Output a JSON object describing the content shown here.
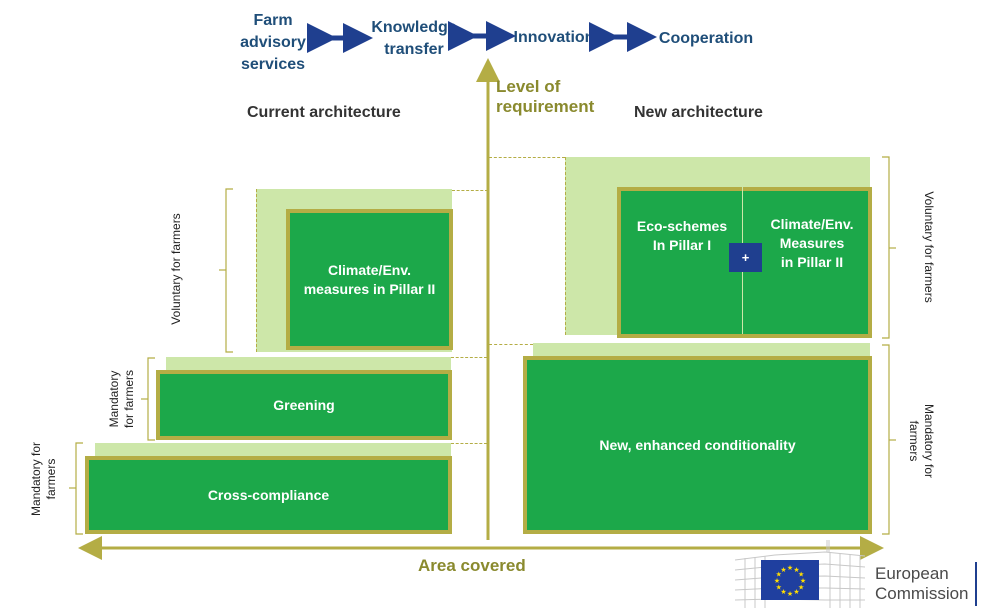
{
  "top_flow": {
    "items": [
      "Farm advisory services",
      "Knowledge transfer",
      "Innovation",
      "Cooperation"
    ],
    "line1": [
      "Farm",
      "Knowledge",
      "Innovation",
      "Cooperation"
    ],
    "line2": [
      "advisory",
      "transfer"
    ],
    "line3": [
      "services"
    ]
  },
  "axis": {
    "vertical_line1": "Level of",
    "vertical_line2": "requirement",
    "horizontal": "Area covered"
  },
  "current": {
    "title": "Current architecture",
    "climate_line1": "Climate/Env.",
    "climate_line2": "measures in Pillar II",
    "greening": "Greening",
    "cross_compliance": "Cross-compliance",
    "voluntary_label": "Voluntary for farmers",
    "mandatory_label_line1": "Mandatory",
    "mandatory_label_line2": "for farmers",
    "mandatory2_line1": "Mandatory for",
    "mandatory2_line2": "farmers"
  },
  "new": {
    "title": "New architecture",
    "eco_line1": "Eco-schemes",
    "eco_line2": "In  Pillar I",
    "plus": "+",
    "climate_line1": "Climate/Env.",
    "climate_line2": "Measures",
    "climate_line3": "in Pillar II",
    "conditionality": "New, enhanced conditionality",
    "voluntary_label": "Voluntary for farmers",
    "mandatory_line1": "Mandatory for",
    "mandatory_line2": "farmers"
  },
  "logo": {
    "line1": "European",
    "line2": "Commission",
    "icon": "eu-flag-icon"
  },
  "colors": {
    "box_green": "#1ca84a",
    "box_border": "#b4ad45",
    "shade": "#cde7a9",
    "arrow_blue": "#1f3f8f",
    "top_text": "#1f4e79",
    "axis_text": "#8a8a2e"
  }
}
